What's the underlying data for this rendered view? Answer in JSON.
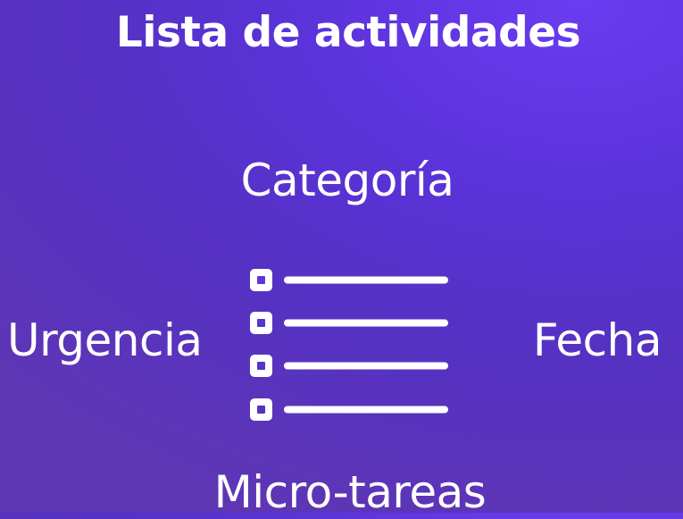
{
  "title": "Lista de actividades",
  "labels": {
    "top": "Categoría",
    "left": "Urgencia",
    "right": "Fecha",
    "bottom": "Micro-tareas"
  },
  "icon": {
    "name": "checklist-icon",
    "rows": 4
  },
  "colors": {
    "background_top": "#6a3cf0",
    "background_bottom": "#5e36b4",
    "text": "#ffffff"
  }
}
